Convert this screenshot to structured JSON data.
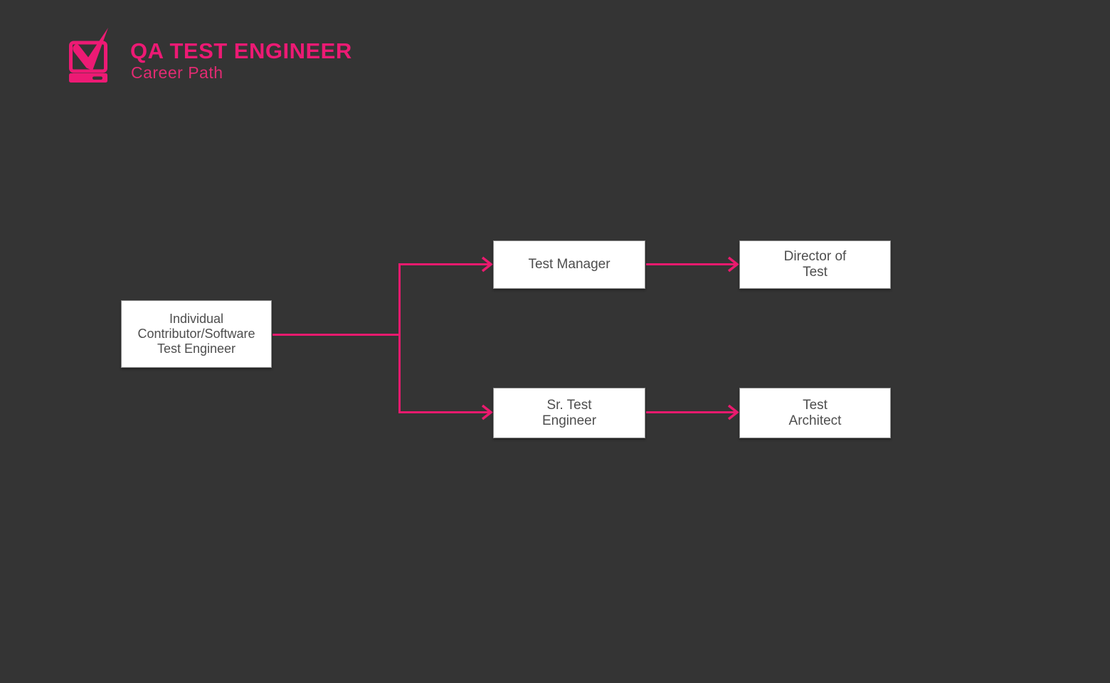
{
  "header": {
    "title": "QA TEST ENGINEER",
    "subtitle": "Career Path",
    "logo_icon": "monitor-checkmark-icon"
  },
  "colors": {
    "background": "#343434",
    "accent_pink": "#EA1A6E",
    "title_pink": "#ED1A74",
    "node_background": "#FFFFFF",
    "node_border": "#909090",
    "node_text": "#4E4E4E"
  },
  "diagram": {
    "type": "flowchart-career-path",
    "nodes": [
      {
        "id": "individual-contributor",
        "label": "Individual\nContributor/Software\nTest Engineer"
      },
      {
        "id": "test-manager",
        "label": "Test Manager"
      },
      {
        "id": "director-of-test",
        "label": "Director of\nTest"
      },
      {
        "id": "sr-test-engineer",
        "label": "Sr. Test\nEngineer"
      },
      {
        "id": "test-architect",
        "label": "Test\nArchitect"
      }
    ],
    "edges": [
      {
        "from": "individual-contributor",
        "to": "test-manager"
      },
      {
        "from": "individual-contributor",
        "to": "sr-test-engineer"
      },
      {
        "from": "test-manager",
        "to": "director-of-test"
      },
      {
        "from": "sr-test-engineer",
        "to": "test-architect"
      }
    ]
  }
}
